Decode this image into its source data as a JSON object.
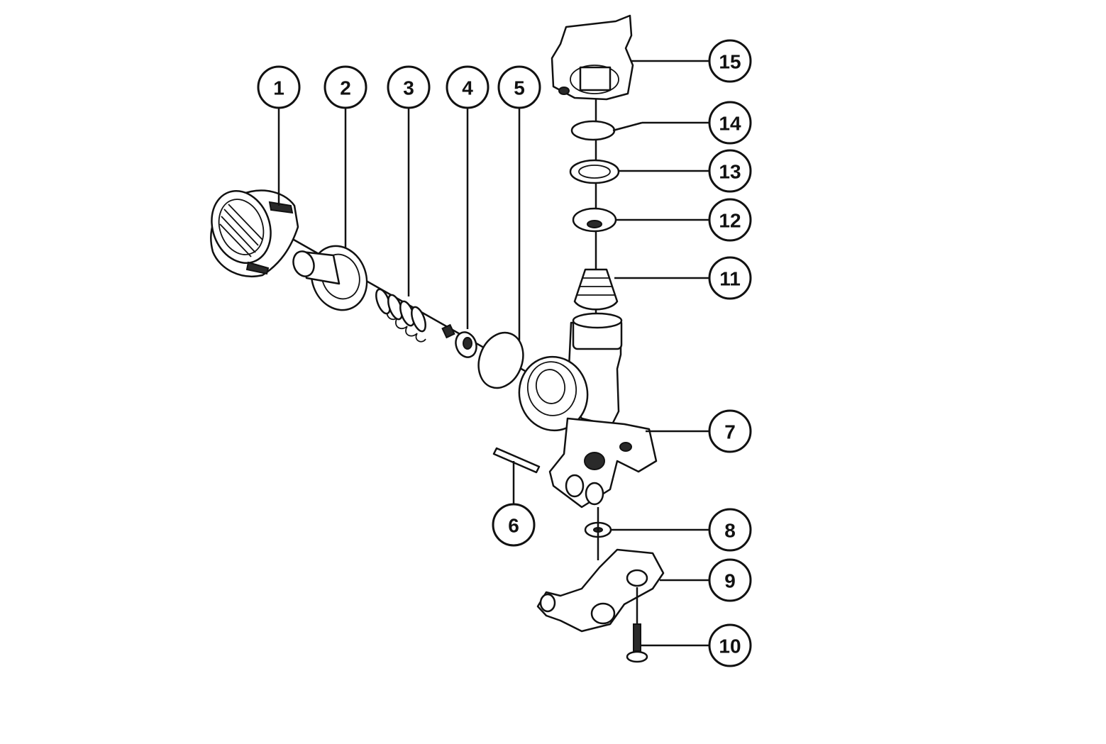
{
  "diagram": {
    "callouts": [
      {
        "id": "1",
        "label": "1"
      },
      {
        "id": "2",
        "label": "2"
      },
      {
        "id": "3",
        "label": "3"
      },
      {
        "id": "4",
        "label": "4"
      },
      {
        "id": "5",
        "label": "5"
      },
      {
        "id": "6",
        "label": "6"
      },
      {
        "id": "7",
        "label": "7"
      },
      {
        "id": "8",
        "label": "8"
      },
      {
        "id": "9",
        "label": "9"
      },
      {
        "id": "10",
        "label": "10"
      },
      {
        "id": "11",
        "label": "11"
      },
      {
        "id": "12",
        "label": "12"
      },
      {
        "id": "13",
        "label": "13"
      },
      {
        "id": "14",
        "label": "14"
      },
      {
        "id": "15",
        "label": "15"
      }
    ]
  }
}
